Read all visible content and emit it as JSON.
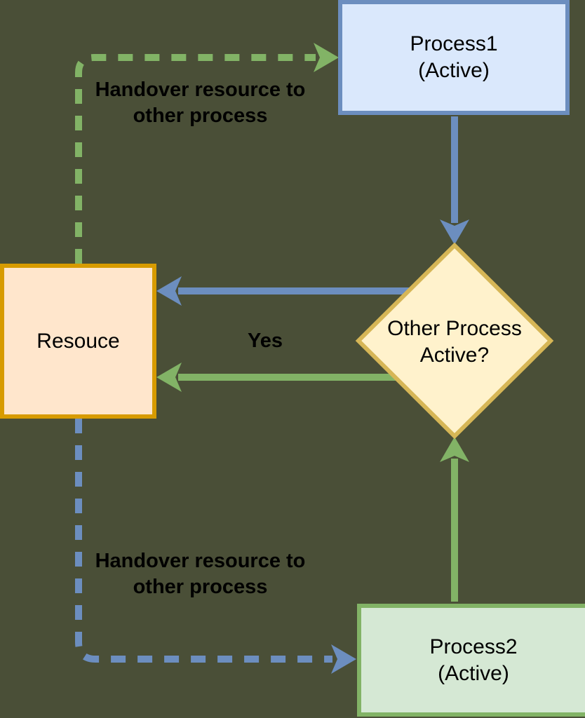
{
  "diagram": {
    "type": "flowchart",
    "background_color": "#4a4f37",
    "nodes": {
      "process1": {
        "shape": "rectangle",
        "line1": "Process1",
        "line2": "(Active)",
        "fill": "#dae8fc",
        "stroke": "#6c8ebf"
      },
      "decision": {
        "shape": "diamond",
        "line1": "Other Process",
        "line2": "Active?",
        "fill": "#fff2cc",
        "stroke": "#d6b656"
      },
      "resource": {
        "shape": "rectangle",
        "label": "Resouce",
        "fill": "#ffe6cc",
        "stroke": "#d79b00"
      },
      "process2": {
        "shape": "rectangle",
        "line1": "Process2",
        "line2": "(Active)",
        "fill": "#d5e8d4",
        "stroke": "#82b366"
      }
    },
    "edges": [
      {
        "from": "process1",
        "to": "decision",
        "style": "solid",
        "color": "#6c8ebf",
        "label": ""
      },
      {
        "from": "decision",
        "to": "resource",
        "style": "solid",
        "color": "#6c8ebf",
        "label": "Yes"
      },
      {
        "from": "decision",
        "to": "resource",
        "style": "solid",
        "color": "#82b366",
        "label": "Yes"
      },
      {
        "from": "process2",
        "to": "decision",
        "style": "solid",
        "color": "#82b366",
        "label": ""
      },
      {
        "from": "resource",
        "to": "process1",
        "style": "dashed",
        "color": "#82b366",
        "label": "Handover resource to other process"
      },
      {
        "from": "resource",
        "to": "process2",
        "style": "dashed",
        "color": "#6c8ebf",
        "label": "Handover resource to other process"
      }
    ],
    "labels": {
      "handover_top": {
        "line1": "Handover",
        "line2": "resource to",
        "line3": "other process"
      },
      "yes": "Yes",
      "handover_bottom": {
        "line1": "Handover",
        "line2": "resource to",
        "line3": "other process"
      }
    },
    "colors": {
      "blue": "#6c8ebf",
      "green": "#82b366",
      "text": "#000000"
    }
  }
}
